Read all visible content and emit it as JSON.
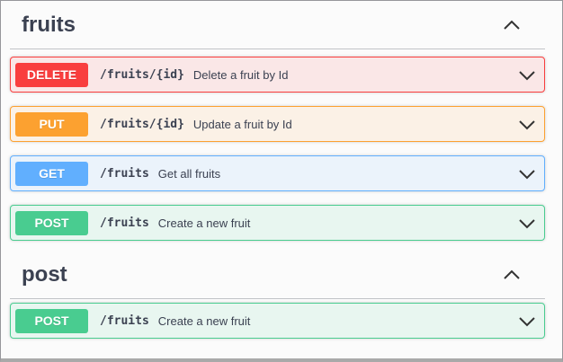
{
  "app": {
    "name": "swagger-ui-endpoints"
  },
  "colors": {
    "delete": "#f93e3e",
    "put": "#fca130",
    "get": "#61affe",
    "post": "#49cc90",
    "text": "#3b4151"
  },
  "icons": {
    "section_collapse": "chevron-up-icon",
    "operation_expand": "chevron-down-icon"
  },
  "sections": [
    {
      "title": "fruits",
      "collapsed": false,
      "operations": [
        {
          "method": "DELETE",
          "path": "/fruits/{id}",
          "description": "Delete a fruit by Id"
        },
        {
          "method": "PUT",
          "path": "/fruits/{id}",
          "description": "Update a fruit by Id"
        },
        {
          "method": "GET",
          "path": "/fruits",
          "description": "Get all fruits"
        },
        {
          "method": "POST",
          "path": "/fruits",
          "description": "Create a new fruit"
        }
      ]
    },
    {
      "title": "post",
      "collapsed": false,
      "operations": [
        {
          "method": "POST",
          "path": "/fruits",
          "description": "Create a new fruit"
        }
      ]
    }
  ]
}
